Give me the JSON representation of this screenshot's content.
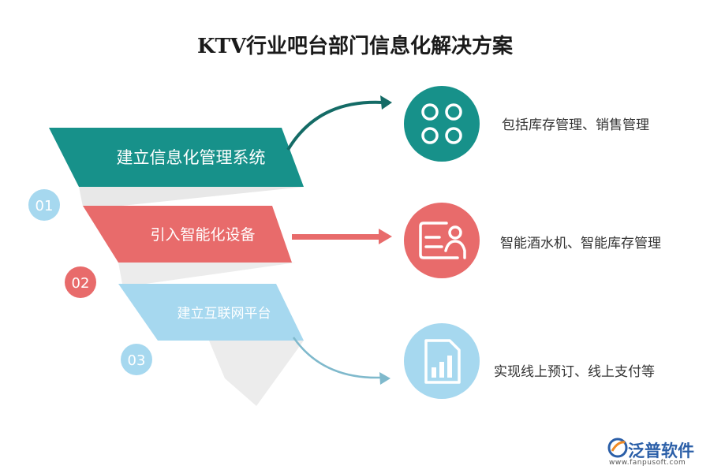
{
  "title": "KTV行业吧台部门信息化解决方案",
  "colors": {
    "teal": "#17918a",
    "red": "#e86b6b",
    "blue": "#a6d8ef",
    "arrow_dark": "#146b66"
  },
  "steps": [
    {
      "number": "01",
      "label": "建立信息化管理系统",
      "icon": "four-circles-icon",
      "description": "包括库存管理、销售管理"
    },
    {
      "number": "02",
      "label": "引入智能化设备",
      "icon": "id-card-icon",
      "description": "智能酒水机、智能库存管理"
    },
    {
      "number": "03",
      "label": "建立互联网平台",
      "icon": "bar-chart-document-icon",
      "description": "实现线上预订、线上支付等"
    }
  ],
  "logo": {
    "name": "泛普软件",
    "url": "www.fanpusoft.com"
  }
}
